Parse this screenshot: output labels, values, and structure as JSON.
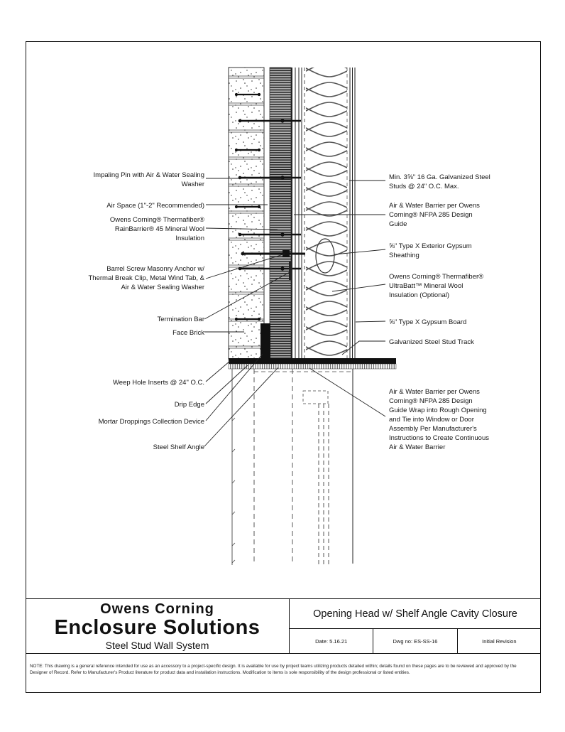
{
  "title_block": {
    "company": "Owens Corning",
    "brand": "Enclosure Solutions",
    "system": "Steel Stud Wall System",
    "drawing_title": "Opening Head w/ Shelf Angle Cavity Closure",
    "date": "Date: 5.16.21",
    "dwg_no": "Dwg no: ES-SS-16",
    "revision": "Initial Revision"
  },
  "note": {
    "text": "NOTE: This drawing is a general reference intended for use as an accessory to a project-specific design. It is available for use by project teams utilizing products detailed within; details found on these pages are to be reviewed and approved by the Designer of Record. Refer to Manufacturer's Product literature for product data and installation instructions. Modification to items is sole responsibility of the design professional or listed entities."
  },
  "labels": {
    "left": [
      {
        "text": "Impaling Pin with Air & Water Sealing\nWasher"
      },
      {
        "text": "Air Space (1\"-2\" Recommended)"
      },
      {
        "text": "Owens Corning® Thermafiber®\nRainBarrier® 45 Mineral Wool\nInsulation"
      },
      {
        "text": "Barrel Screw Masonry Anchor w/\nThermal Break Clip, Metal Wind Tab, &\nAir & Water Sealing Washer"
      },
      {
        "text": "Termination Bar"
      },
      {
        "text": "Face Brick"
      },
      {
        "text": "Weep Hole Inserts @ 24\" O.C."
      },
      {
        "text": "Drip Edge"
      },
      {
        "text": "Mortar Droppings Collection Device"
      },
      {
        "text": "Steel Shelf Angle"
      }
    ],
    "right": [
      {
        "text": "Min. 3⅝\" 16 Ga. Galvanized Steel\nStuds @ 24\" O.C. Max."
      },
      {
        "text": "Air & Water Barrier per Owens\nCorning® NFPA 285 Design\nGuide"
      },
      {
        "text": "⅝\" Type X Exterior Gypsum\nSheathing"
      },
      {
        "text": "Owens Corning® Thermafiber®\nUltraBatt™ Mineral Wool\nInsulation (Optional)"
      },
      {
        "text": "⅝\" Type X Gypsum Board"
      },
      {
        "text": "Galvanized Steel Stud Track"
      },
      {
        "text": "Air & Water Barrier per Owens\nCorning® NFPA 285 Design\nGuide Wrap into Rough Opening\nand Tie into Window or Door\nAssembly Per Manufacturer's\nInstructions to Create Continuous\nAir & Water Barrier"
      }
    ]
  },
  "colors": {
    "ink": "#111111",
    "paper": "#ffffff",
    "insulation_gray": "#b0b0b0"
  }
}
